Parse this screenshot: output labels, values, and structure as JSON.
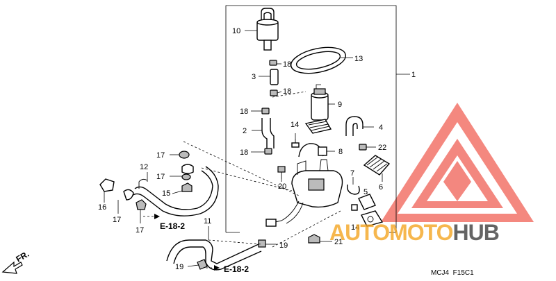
{
  "parts": {
    "p1": "1",
    "p2": "2",
    "p3": "3",
    "p4": "4",
    "p5": "5",
    "p6": "6",
    "p7": "7",
    "p8": "8",
    "p9": "9",
    "p10": "10",
    "p11": "11",
    "p12": "12",
    "p13": "13",
    "p14": "14",
    "p15": "15",
    "p16": "16",
    "p17": "17",
    "p18": "18",
    "p19": "19",
    "p20": "20",
    "p21": "21",
    "p22": "22"
  },
  "refs": {
    "e18_2": "E-18-2"
  },
  "direction": "FR.",
  "diagram_code": "MCJ4  F15C1",
  "watermark": {
    "part1": "AUTO",
    "part2": "MOTO",
    "part3": "HUB",
    "color_red": "#f05a4f",
    "color_orange": "#f5a623",
    "color_gray": "#4a4a4a"
  }
}
